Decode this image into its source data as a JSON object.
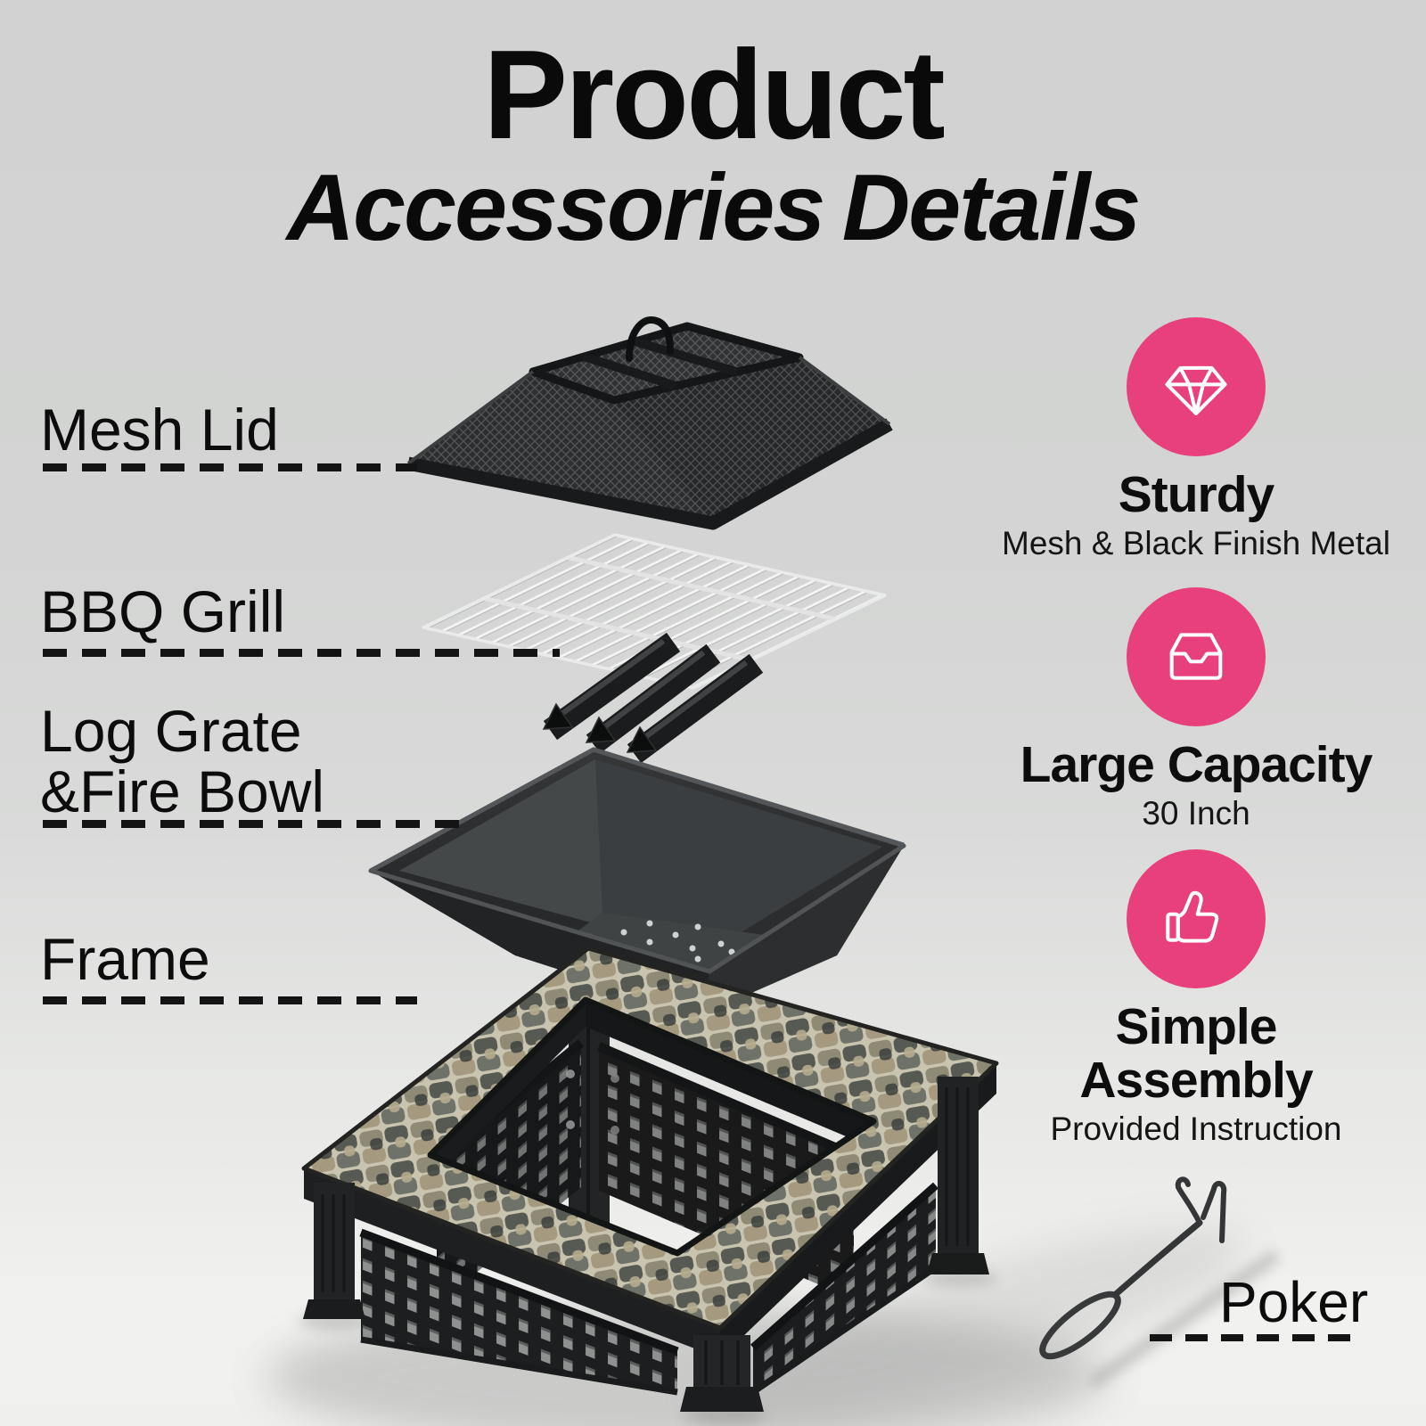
{
  "title": {
    "line1": "Product",
    "line2": "Accessories Details"
  },
  "labels": {
    "mesh_lid": "Mesh Lid",
    "bbq_grill": "BBQ Grill",
    "log_grate_line1": "Log Grate",
    "log_grate_line2": "&Fire Bowl",
    "frame": "Frame",
    "poker": "Poker"
  },
  "features": [
    {
      "icon": "diamond-icon",
      "title": "Sturdy",
      "subtitle": "Mesh & Black Finish Metal"
    },
    {
      "icon": "inbox-icon",
      "title": "Large Capacity",
      "subtitle": "30 Inch"
    },
    {
      "icon": "thumbs-up-icon",
      "title": "Simple Assembly",
      "subtitle": "Provided Instruction"
    }
  ],
  "colors": {
    "accent_pink": "#e8407d",
    "text": "#0c0c0c",
    "background_top": "#d1d2d1",
    "background_bottom": "#efefed"
  }
}
